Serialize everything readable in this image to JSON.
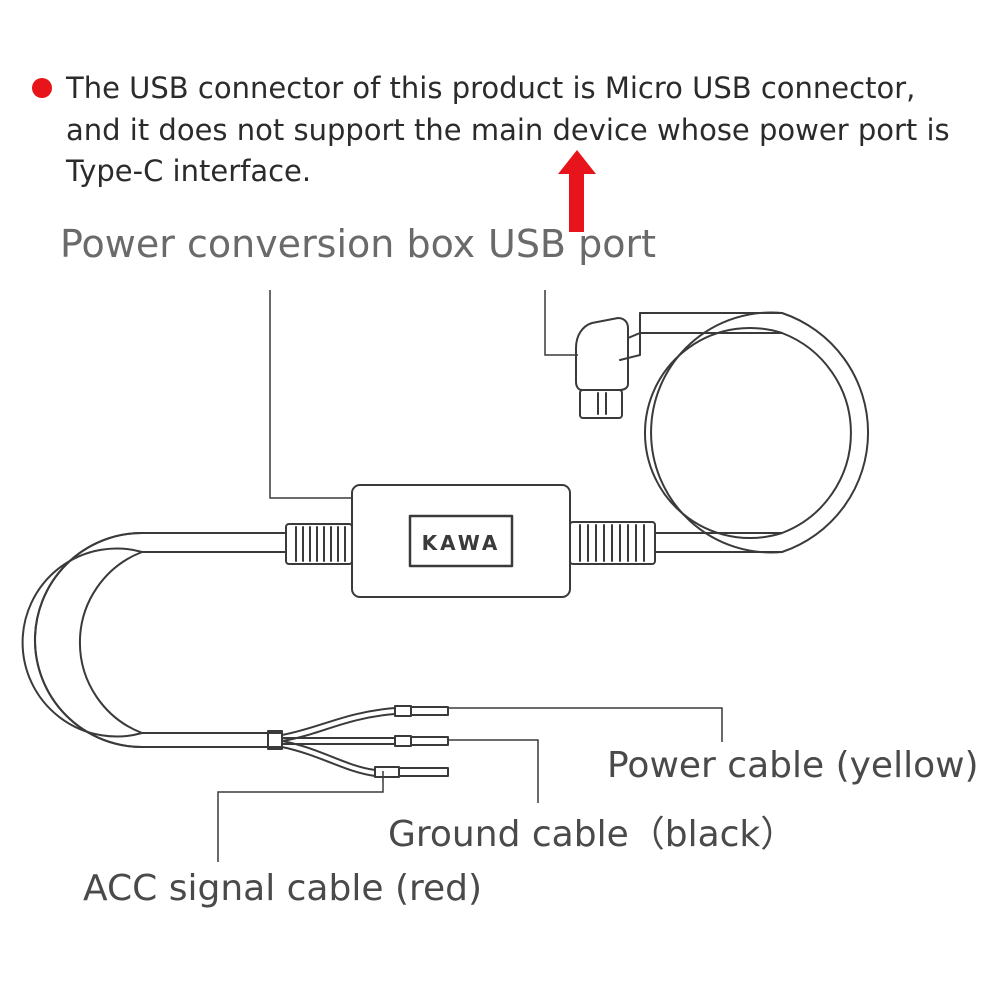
{
  "note": {
    "text": "The USB connector of this product is Micro USB connector, and it does not support the main device whose power port is Type-C interface."
  },
  "labels": {
    "power_conversion_box": "Power conversion box",
    "usb_port": "USB port",
    "power_cable": "Power cable (yellow)",
    "ground_cable": "Ground cable（black）",
    "acc_signal_cable": "ACC signal cable (red)"
  },
  "box": {
    "brand": "KAWA"
  },
  "colors": {
    "accent_red": "#e8141b",
    "line": "#3a3a3a"
  }
}
